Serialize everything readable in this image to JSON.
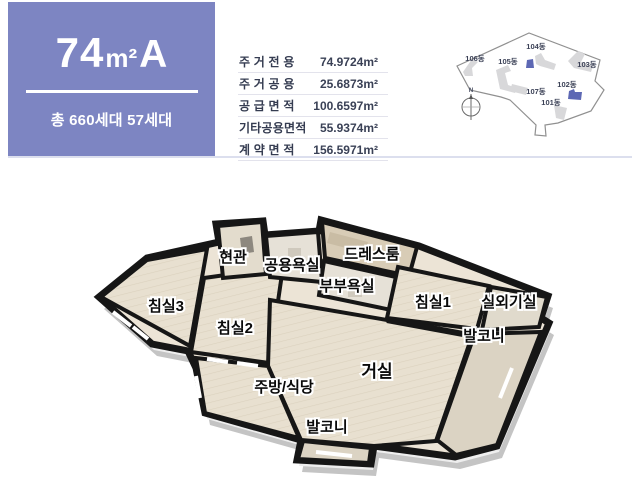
{
  "header": {
    "unit_title": {
      "number": "74",
      "unit": "m²",
      "type": "A"
    },
    "households": "총 660세대 57세대",
    "area_table": {
      "rows": [
        {
          "label": "주 거 전 용",
          "value": "74.9724m²"
        },
        {
          "label": "주 거 공 용",
          "value": "25.6873m²"
        },
        {
          "label": "공 급 면 적",
          "value": "100.6597m²"
        },
        {
          "label": "기타공용면적",
          "value": "55.9374m²"
        },
        {
          "label": "계 약 면 적",
          "value": "156.5971m²"
        }
      ]
    }
  },
  "site_plan": {
    "compass_label": "N",
    "highlight_color": "#5d68b4",
    "buildings": [
      {
        "name": "106동"
      },
      {
        "name": "105동"
      },
      {
        "name": "104동"
      },
      {
        "name": "103동"
      },
      {
        "name": "102동"
      },
      {
        "name": "107동"
      },
      {
        "name": "101동"
      }
    ]
  },
  "floor_plan": {
    "rooms": [
      {
        "name": "현관"
      },
      {
        "name": "공용욕실"
      },
      {
        "name": "드레스룸"
      },
      {
        "name": "부부욕실"
      },
      {
        "name": "침실1"
      },
      {
        "name": "실외기실"
      },
      {
        "name": "발코니"
      },
      {
        "name": "침실3"
      },
      {
        "name": "침실2"
      },
      {
        "name": "거실"
      },
      {
        "name": "주방/식당"
      },
      {
        "name": "발코니"
      }
    ]
  },
  "colors": {
    "accent": "#7d85c2",
    "wall": "#161616",
    "floor": "#e9e1d3",
    "table_text": "#353c51"
  }
}
